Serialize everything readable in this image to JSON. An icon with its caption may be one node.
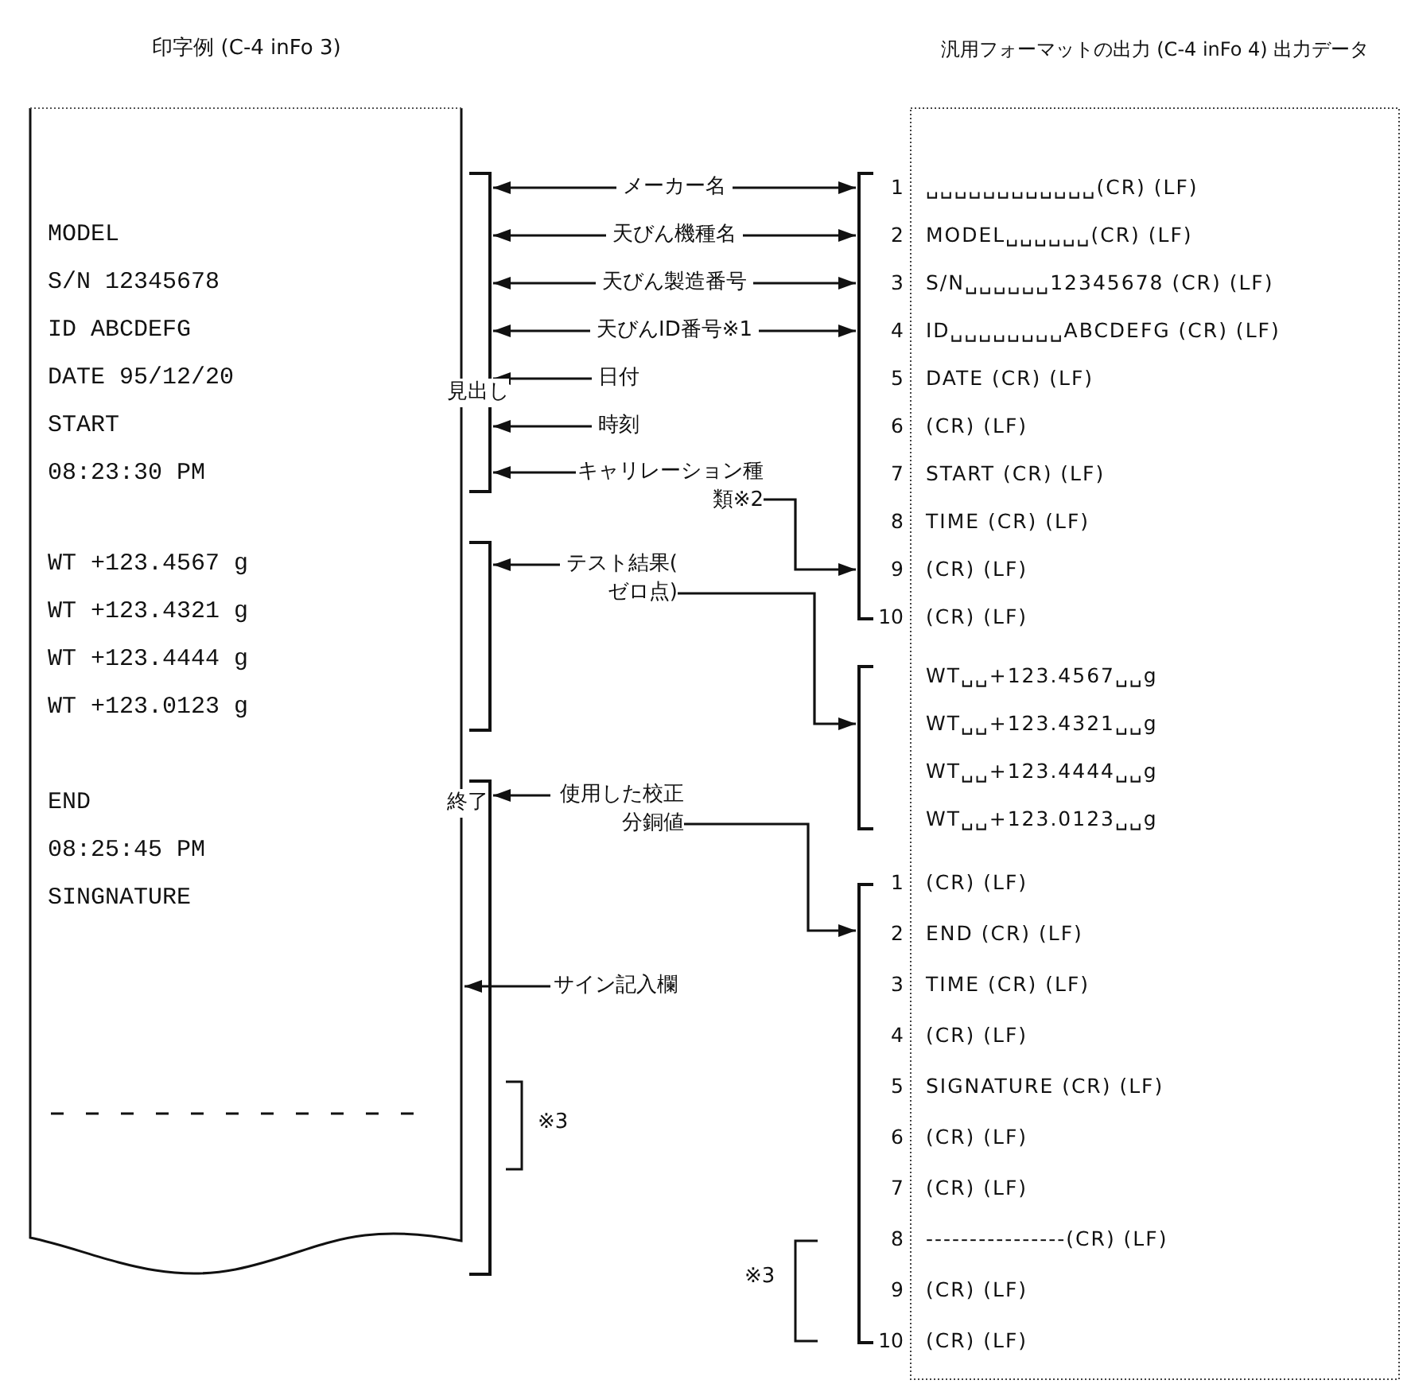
{
  "diagram": {
    "nodes": [
      {
        "text": [
          "印字例 (C-4 inFo 3)",
          "MODEL",
          "S/N 12345678",
          "ID ABCDEFG",
          "DATE 95/12/20",
          "START",
          "08:23:30 PM",
          "WT +123.4567 g",
          "WT +123.4321 g",
          "WT +123.4444 g",
          "WT +123.0123 g",
          "END",
          "08:25:45 PM",
          "SINGNATURE"
        ]
      },
      {
        "text": [
          "汎用フォーマットの出力 (C-4 inFo 4) 出力データ",
          "␣␣␣␣␣␣␣␣␣␣␣␣(CR) (LF)",
          "MODEL␣␣␣␣␣␣(CR) (LF)",
          "S/N␣␣␣␣␣␣12345678 (CR) (LF)",
          "ID␣␣␣␣␣␣␣␣ABCDEFG (CR) (LF)",
          "DATE (CR) (LF)",
          "(CR) (LF)",
          "START (CR) (LF)",
          "TIME (CR) (LF)",
          "(CR) (LF)",
          "(CR) (LF)",
          "WT␣␣+123.4567␣␣g",
          "WT␣␣+123.4321␣␣g",
          "WT␣␣+123.4444␣␣g",
          "WT␣␣+123.0123␣␣g",
          "(CR) (LF)",
          "END (CR) (LF)",
          "TIME (CR) (LF)",
          "(CR) (LF)",
          "SIGNATURE (CR) (LF)",
          "(CR) (LF)",
          "(CR) (LF)",
          "----------------(CR) (LF)",
          "(CR) (LF)",
          "(CR) (LF)"
        ]
      },
      {
        "text": [],
        "shape": "bracket"
      },
      {
        "text": [],
        "shape": "bracket"
      },
      {
        "text": [],
        "shape": "bracket"
      },
      {
        "text": [],
        "shape": "bracket"
      },
      {
        "text": [],
        "shape": "bracket"
      },
      {
        "text": [],
        "shape": "bracket"
      },
      {
        "text": [
          "日付"
        ]
      },
      {
        "text": [
          "時刻"
        ]
      },
      {
        "text": [
          "キャリレーション種類※2"
        ]
      },
      {
        "text": [
          "テスト結果(ゼロ点)"
        ]
      },
      {
        "text": [
          "使用した校正分銅値"
        ]
      },
      {
        "text": [
          "サイン記入欄"
        ]
      }
    ],
    "edges": [
      {
        "from": 2,
        "to": 5,
        "arrow": "both",
        "label": "メーカー名"
      },
      {
        "from": 2,
        "to": 5,
        "arrow": "both",
        "label": "天びん機種名"
      },
      {
        "from": 2,
        "to": 5,
        "arrow": "both",
        "label": "天びん製造番号"
      },
      {
        "from": 2,
        "to": 5,
        "arrow": "both",
        "label": "天びんID番号※1"
      },
      {
        "from": 8,
        "to": 2,
        "arrow": "to"
      },
      {
        "from": 9,
        "to": 2,
        "arrow": "to"
      },
      {
        "from": 10,
        "to": 2,
        "arrow": "to"
      },
      {
        "from": 10,
        "to": 5,
        "arrow": "to"
      },
      {
        "from": 11,
        "to": 3,
        "arrow": "to"
      },
      {
        "from": 11,
        "to": 6,
        "arrow": "to"
      },
      {
        "from": 12,
        "to": 4,
        "arrow": "to"
      },
      {
        "from": 12,
        "to": 7,
        "arrow": "to"
      },
      {
        "from": 13,
        "to": 0,
        "arrow": "to"
      }
    ],
    "labels": [
      "見出し",
      "終了",
      "※3",
      "※3",
      "1",
      "2",
      "3",
      "4",
      "5",
      "6",
      "7",
      "8",
      "9",
      "10",
      "1",
      "2",
      "3",
      "4",
      "5",
      "6",
      "7",
      "8",
      "9",
      "10"
    ]
  }
}
